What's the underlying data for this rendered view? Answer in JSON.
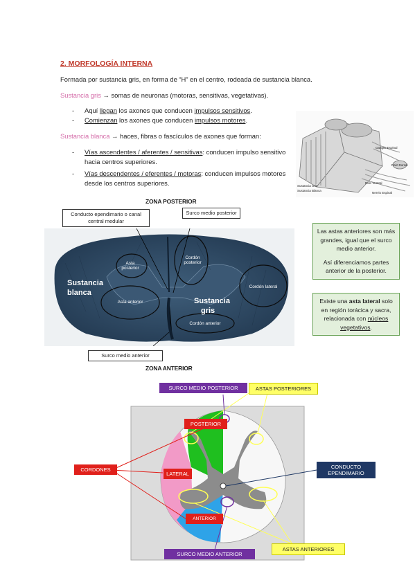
{
  "heading": "2. MORFOLOGÍA INTERNA",
  "intro": "Formada por sustancia gris, en forma de “H” en el centro, rodeada de sustancia blanca.",
  "gray": {
    "term": "Sustancia gris",
    "rest": " → somas de neuronas (motoras, sensitivas, vegetativas).",
    "bullets": [
      {
        "pre": "Aquí ",
        "u1": "llegan",
        "mid": " los axones que conducen ",
        "u2": "impulsos sensitivos",
        "post": "."
      },
      {
        "pre": "",
        "u1": "Comienzan",
        "mid": " los axones que conducen ",
        "u2": "impulsos motores",
        "post": "."
      }
    ]
  },
  "white": {
    "term": "Sustancia blanca",
    "rest": " → haces, fibras o fascículos de axones que forman:",
    "bullets": [
      {
        "u": "Vías ascendentes / aferentes / sensitivas",
        "rest": ": conducen impulso sensitivo hacia centros superiores."
      },
      {
        "u": "Vías descendentes / eferentes / motoras",
        "rest": ": conducen impulsos motores desde los centros superiores."
      }
    ]
  },
  "illustration_labels": {
    "ganglio": "Ganglio Espinal",
    "raiz_dorsal": "Raíz Dorsal",
    "raiz_ventral": "Raíz Ventral",
    "nervio": "Nervio Espinal",
    "gris": "Sustancia Gris",
    "blanca": "Sustancia Blanca"
  },
  "zona_posterior": "ZONA POSTERIOR",
  "zona_anterior": "ZONA ANTERIOR",
  "micro": {
    "callout_conducto": "Conducto ependimario o canal central medular",
    "callout_surco_post": "Surco medio posterior",
    "callout_surco_ant": "Surco medio anterior",
    "sustancia_blanca": "Sustancia blanca",
    "sustancia_gris": "Sustancia gris",
    "asta_posterior": "Asta posterior",
    "asta_anterior": "Asta anterior",
    "cordon_posterior": "Cordón posterior",
    "cordon_lateral": "Cordón lateral",
    "cordon_anterior": "Cordón anterior"
  },
  "notes": {
    "box1_line1": "Las astas anteriores son más grandes, igual que el surco medio anterior.",
    "box1_line2": "Así diferenciamos partes anterior de la posterior.",
    "box2_pre": "Existe una ",
    "box2_bold": "asta lateral",
    "box2_mid": " solo en región torácica y sacra, relacionada con ",
    "box2_u": "núcleos vegetativos",
    "box2_post": "."
  },
  "diagram": {
    "surco_post": "SURCO MEDIO POSTERIOR",
    "astas_post": "ASTAS POSTERIORES",
    "posterior": "POSTERIOR",
    "cordones": "CORDONES",
    "lateral": "LATERAL",
    "conducto": "CONDUCTO EPENDIMARIO",
    "anterior": "ANTERIOR",
    "astas_ant": "ASTAS ANTERIORES",
    "surco_ant": "SURCO MEDIO ANTERIOR",
    "colors": {
      "purple": "#7030a0",
      "yellow": "#ffff66",
      "red": "#e0201b",
      "navy": "#1f3864",
      "green": "#1fbf1f",
      "pink": "#f29ac7",
      "blue": "#2ea3e8"
    }
  }
}
